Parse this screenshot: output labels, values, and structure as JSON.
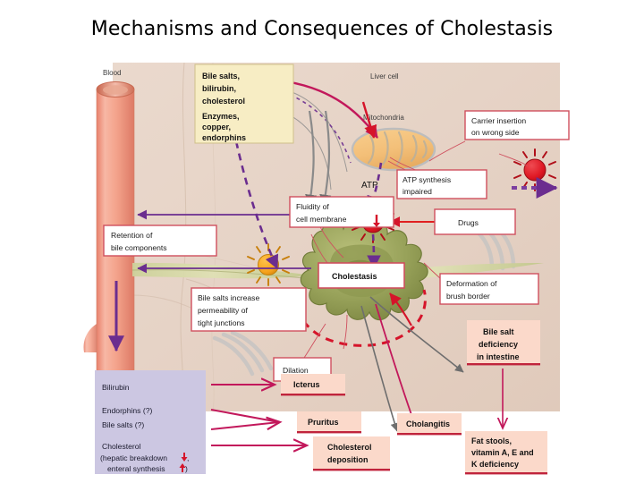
{
  "slide": {
    "title": "Mechanisms and Consequences of Cholestasis",
    "background_color": "#ffffff"
  },
  "figure": {
    "panel_background_color": "#ece0d5",
    "plain_labels": {
      "blood": "Blood",
      "liver_cell": "Liver cell",
      "mitochondria": "Mitochondria",
      "atp": "ATP"
    },
    "yellow_box": {
      "fill": "#f7edc4",
      "border": "#cfc08a",
      "lines": [
        "Bile salts,",
        "bilirubin,",
        "cholesterol",
        "Enzymes,",
        "copper,",
        "endorphins"
      ]
    },
    "white_boxes": [
      {
        "id": "carrier-insertion",
        "lines": [
          "Carrier insertion",
          "on wrong side"
        ]
      },
      {
        "id": "atp-synthesis-impaired",
        "lines": [
          "ATP synthesis",
          "impaired"
        ]
      },
      {
        "id": "drugs",
        "lines": [
          "Drugs"
        ]
      },
      {
        "id": "fluidity-cell-membrane",
        "lines": [
          "Fluidity of",
          "cell membrane"
        ]
      },
      {
        "id": "retention-bile-components",
        "lines": [
          "Retention of",
          "bile components"
        ]
      },
      {
        "id": "bile-salts-permeability",
        "lines": [
          "Bile salts increase",
          "permeability of",
          "tight junctions"
        ]
      },
      {
        "id": "deformation-brush-border",
        "lines": [
          "Deformation of",
          "brush border"
        ]
      },
      {
        "id": "dilation",
        "lines": [
          "Dilation"
        ]
      },
      {
        "id": "cholestasis",
        "lines": [
          "Cholestasis"
        ]
      }
    ],
    "pink_boxes": [
      {
        "id": "bile-salt-deficiency",
        "lines": [
          "Bile salt",
          "deficiency",
          "in intestine"
        ]
      },
      {
        "id": "icterus",
        "lines": [
          "Icterus"
        ]
      },
      {
        "id": "pruritus",
        "lines": [
          "Pruritus"
        ]
      },
      {
        "id": "cholesterol-deposition",
        "lines": [
          "Cholesterol",
          "deposition"
        ]
      },
      {
        "id": "cholangitis",
        "lines": [
          "Cholangitis"
        ]
      },
      {
        "id": "fat-stools",
        "lines": [
          "Fat stools,",
          "vitamin A, E and",
          "K deficiency"
        ]
      }
    ],
    "purple_box": {
      "fill": "#ccc7e2",
      "items": [
        "Bilirubin",
        "Endorphins (?)",
        "Bile salts (?)",
        "Cholesterol",
        "(hepatic breakdown",
        "enteral synthesis"
      ]
    },
    "colors": {
      "pink_box_fill": "#fbd9ca",
      "pink_box_underline": "#c0243c",
      "white_box_border": "#cf4f5e",
      "red_carrier": "#e01b24",
      "orange_carrier": "#f5a623",
      "purple_arrow": "#6b2d8f",
      "crimson_arrow": "#c2185b",
      "gray_arrow": "#6e6e6e",
      "vessel_pink": "#f09a86",
      "canaliculus_green": "#8a9a4e"
    }
  }
}
